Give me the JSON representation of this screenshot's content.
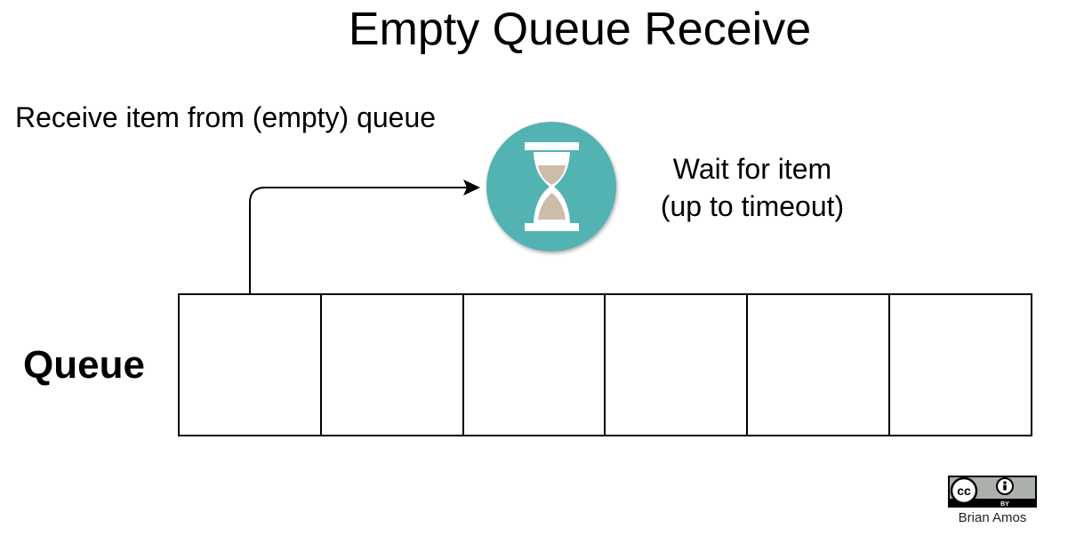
{
  "title": "Empty Queue Receive",
  "receive_label": "Receive item from (empty) queue",
  "wait_label": {
    "line1": "Wait for item",
    "line2": "(up to timeout)"
  },
  "queue": {
    "label": "Queue",
    "slot_count": 6
  },
  "hourglass_icon": {
    "name": "hourglass-icon",
    "circle_color": "#52b2b2",
    "sand_color": "#cdbcaa",
    "frame_color": "#ffffff"
  },
  "license_badge": {
    "icon": "cc-by-icon",
    "cc_text": "cc",
    "by_text": "BY",
    "author": "Brian Amos"
  }
}
